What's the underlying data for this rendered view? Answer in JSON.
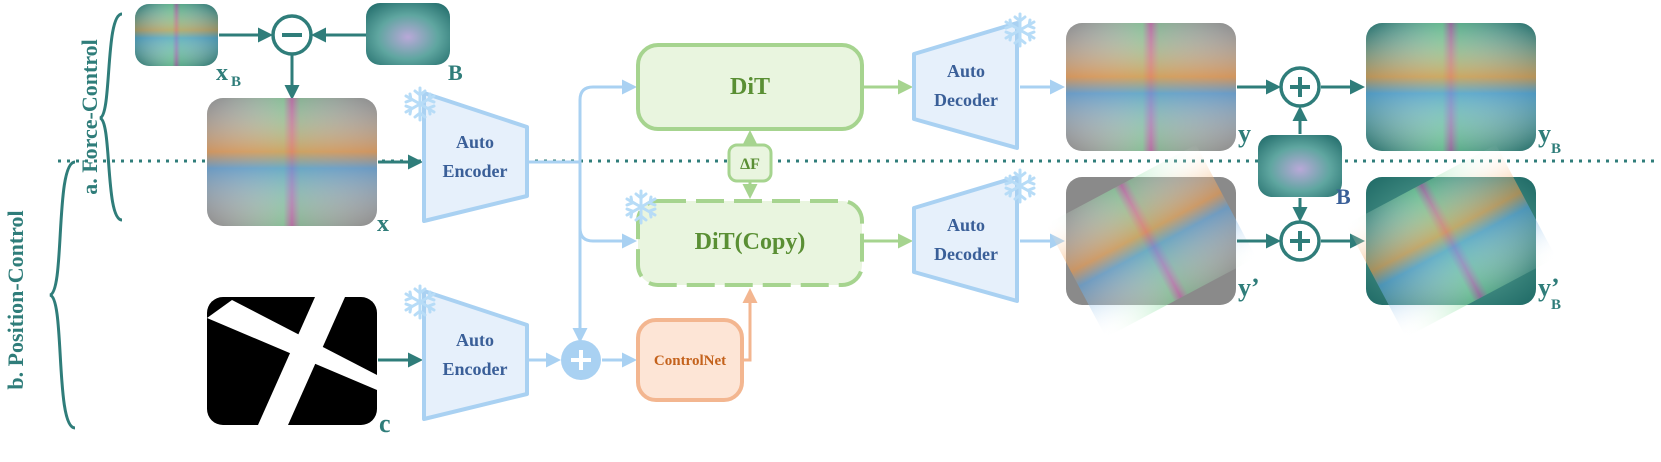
{
  "sections": {
    "force_control": "a. Force-Control",
    "position_control": "b. Position-Control"
  },
  "modules": {
    "auto_top": "Auto",
    "encoder_top": "Encoder",
    "auto_bottom": "Auto",
    "encoder_bottom": "Encoder",
    "dit": "DiT",
    "dit_copy": "DiT(Copy)",
    "delta_f": "ΔF",
    "controlnet": "ControlNet",
    "auto_dec_top": "Auto",
    "decoder_top": "Decoder",
    "auto_dec_bottom": "Auto",
    "decoder_bottom": "Decoder"
  },
  "variables": {
    "xb_main": "x",
    "xb_sub": "B",
    "b_top": "B",
    "x": "x",
    "c": "c",
    "y": "y",
    "y_prime": "y’",
    "b_mid": "B",
    "yb_main": "y",
    "yb_sub": "B",
    "ybp_main": "y’",
    "ybp_sub": "B"
  },
  "colors": {
    "teal": "#2f7d7a",
    "blue_line": "#a9d1f2",
    "blue_fill": "#e6f0fb",
    "blue_text": "#3a5f98",
    "green_line": "#a6d48f",
    "green_fill": "#e9f5df",
    "green_text": "#5a8f34",
    "orange_line": "#f3b690",
    "orange_fill": "#fde5d6",
    "orange_text": "#c4621c"
  },
  "icons": [
    "snowflake-icon",
    "minus-circle-icon",
    "plus-circle-icon"
  ]
}
